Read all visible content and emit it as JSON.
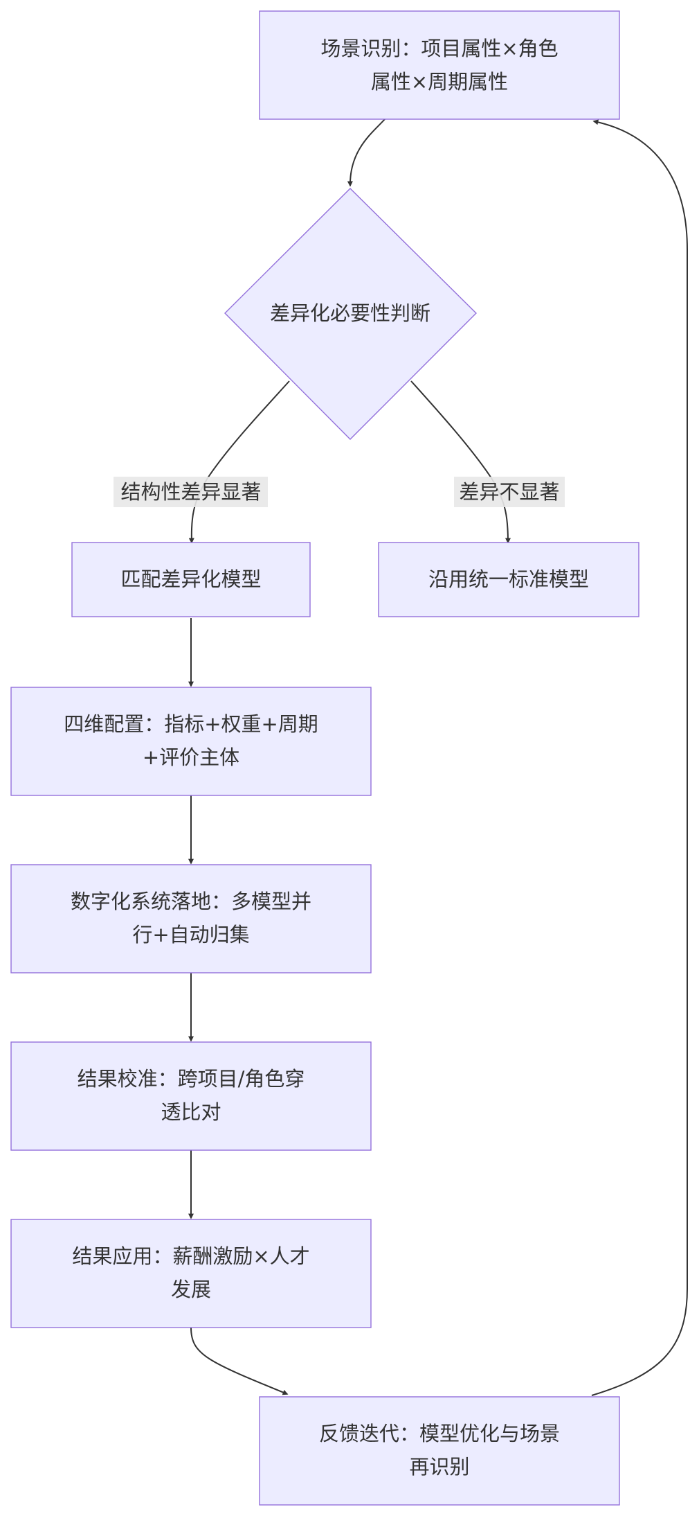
{
  "nodes": {
    "scene": {
      "lines": [
        "场景识别：项目属性×角色",
        "属性×周期属性"
      ]
    },
    "decision": {
      "lines": [
        "差异化必要性判断"
      ]
    },
    "diff_model": {
      "lines": [
        "匹配差异化模型"
      ]
    },
    "std_model": {
      "lines": [
        "沿用统一标准模型"
      ]
    },
    "config": {
      "lines": [
        "四维配置：指标+权重+周期",
        "+评价主体"
      ]
    },
    "digital": {
      "lines": [
        "数字化系统落地：多模型并",
        "行+自动归集"
      ]
    },
    "calibrate": {
      "lines": [
        "结果校准：跨项目/角色穿",
        "透比对"
      ]
    },
    "apply": {
      "lines": [
        "结果应用：薪酬激励×人才",
        "发展"
      ]
    },
    "feedback": {
      "lines": [
        "反馈迭代：模型优化与场景",
        "再识别"
      ]
    }
  },
  "edge_labels": {
    "significant": "结构性差异显著",
    "not_significant": "差异不显著"
  },
  "colors": {
    "node_fill": "#ececff",
    "node_stroke": "#9370db",
    "edge": "#333333",
    "text": "#333333",
    "label_bg": "#e8e8e8"
  }
}
